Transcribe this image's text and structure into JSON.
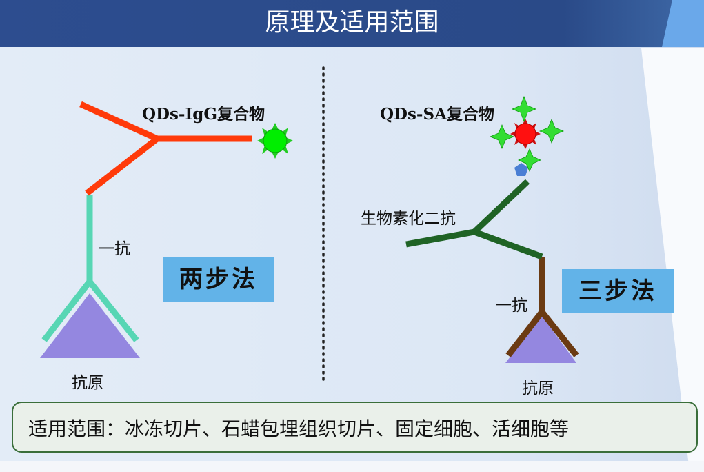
{
  "title": "原理及适用范围",
  "left_panel": {
    "complex_label": "QDs-IgG复合物",
    "primary_antibody_label": "一抗",
    "antigen_label": "抗原",
    "method_label": "两步法"
  },
  "right_panel": {
    "complex_label": "QDs-SA复合物",
    "secondary_antibody_label": "生物素化二抗",
    "primary_antibody_label": "一抗",
    "antigen_label": "抗原",
    "method_label": "三步法"
  },
  "scope_text": "适用范围：冰冻切片、石蜡包埋组织切片、固定细胞、活细胞等",
  "colors": {
    "title_bar": "#2b4a8b",
    "igg_antibody": "#ff3a0a",
    "primary_antibody_left": "#57d6b4",
    "antigen": "#9487e0",
    "qd_green": "#00ee00",
    "qd_red": "#ff1010",
    "streptavidin_stars": "#33dd33",
    "biotin": "#4a7fd4",
    "secondary_antibody": "#1f6325",
    "primary_antibody_right": "#6b3a12",
    "method_box": "#62b3e8",
    "scope_border": "#3a6e3a"
  }
}
